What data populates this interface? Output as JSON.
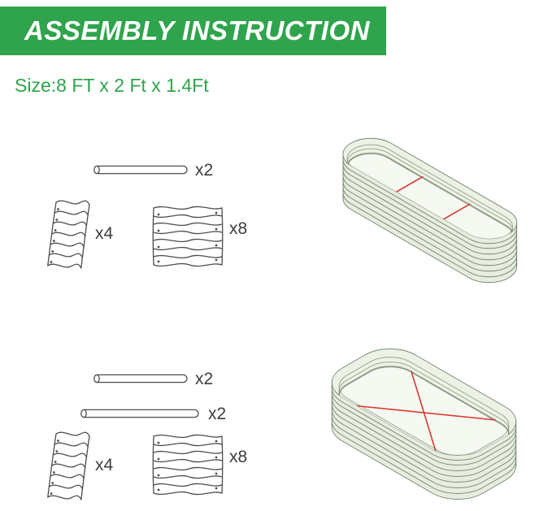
{
  "header": {
    "title": "ASSEMBLY INSTRUCTION"
  },
  "size_label": "Size:8 FT x 2 Ft x 1.4Ft",
  "colors": {
    "brand_green": "#2fa44c",
    "label_dark": "#3c3c3c",
    "part_line": "#4d4d4d",
    "wall_fill": "#e7ede1",
    "wall_line": "#79896f",
    "top_fill": "#edf2e7",
    "floor_fill": "#f6f8f2",
    "rod_red": "#d63a2f"
  },
  "config_top": {
    "illustration": "oval-raised-bed-8x2-isometric",
    "parts": [
      {
        "name": "support-rod",
        "qty": "x2"
      },
      {
        "name": "corner-panel",
        "qty": "x4"
      },
      {
        "name": "straight-panel",
        "qty": "x8"
      }
    ]
  },
  "config_bottom": {
    "illustration": "wide-oval-raised-bed-isometric",
    "parts": [
      {
        "name": "support-rod",
        "qty": "x2"
      },
      {
        "name": "support-rod-long",
        "qty": "x2"
      },
      {
        "name": "corner-panel",
        "qty": "x4"
      },
      {
        "name": "straight-panel",
        "qty": "x8"
      }
    ]
  }
}
